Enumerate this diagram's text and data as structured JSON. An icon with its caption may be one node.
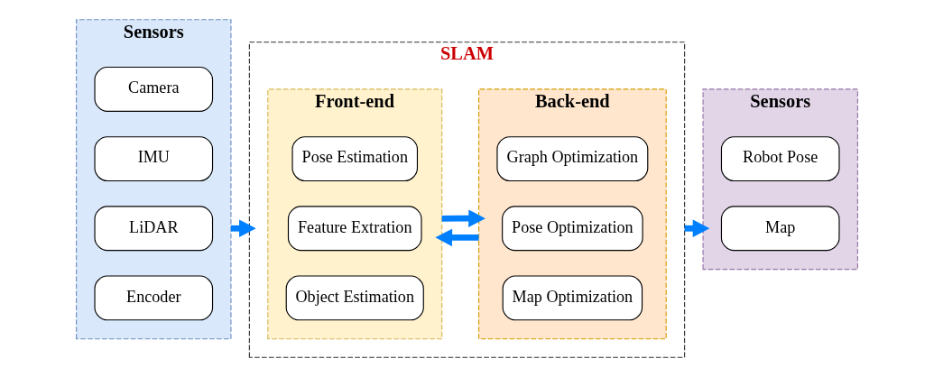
{
  "diagram": {
    "nodes": [
      {
        "text": [
          "Sensors"
        ]
      },
      {
        "text": [
          "Camera"
        ],
        "in": 0
      },
      {
        "text": [
          "IMU"
        ],
        "in": 0
      },
      {
        "text": [
          "LiDAR"
        ],
        "in": 0
      },
      {
        "text": [
          "Encoder"
        ],
        "in": 0
      },
      {
        "text": [
          "SLAM"
        ]
      },
      {
        "text": [
          "Front-end"
        ],
        "in": 5
      },
      {
        "text": [
          "Pose Estimation"
        ],
        "in": 6
      },
      {
        "text": [
          "Feature Extration"
        ],
        "in": 6
      },
      {
        "text": [
          "Object Estimation"
        ],
        "in": 6
      },
      {
        "text": [
          "Back-end"
        ],
        "in": 5
      },
      {
        "text": [
          "Graph Optimization"
        ],
        "in": 10
      },
      {
        "text": [
          "Pose Optimization"
        ],
        "in": 10
      },
      {
        "text": [
          "Map Optimization"
        ],
        "in": 10
      },
      {
        "text": [
          "Sensors"
        ]
      },
      {
        "text": [
          "Robot Pose"
        ],
        "in": 14
      },
      {
        "text": [
          "Map"
        ],
        "in": 14
      }
    ],
    "edges": [
      {
        "from": 0,
        "to": 5,
        "arrow": "to"
      },
      {
        "from": 6,
        "to": 10,
        "arrow": "to"
      },
      {
        "from": 10,
        "to": 6,
        "arrow": "to"
      },
      {
        "from": 5,
        "to": 14,
        "arrow": "to"
      }
    ]
  }
}
